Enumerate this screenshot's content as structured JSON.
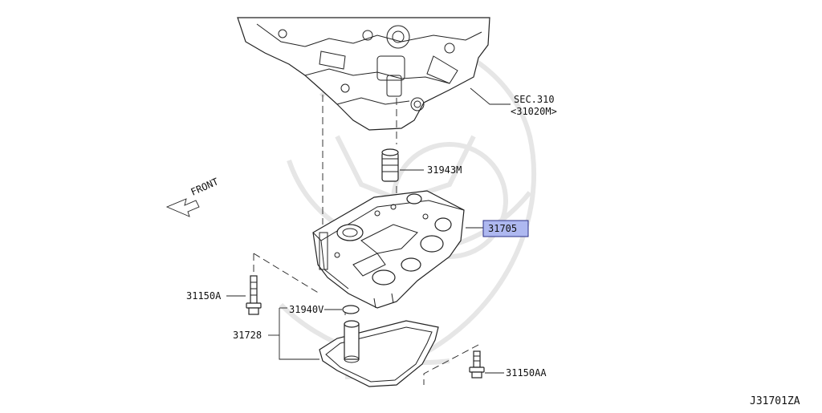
{
  "diagram_id": "J31701ZA",
  "direction_label": "FRONT",
  "callouts": {
    "sec": {
      "line1": "SEC.310",
      "line2": "<31020M>"
    },
    "p31943m": "31943M",
    "p31705": "31705",
    "p31150a": "31150A",
    "p31940v": "31940V",
    "p31728": "31728",
    "p31150aa": "31150AA"
  },
  "colors": {
    "highlight_fill": "#aeb8f0",
    "highlight_border": "#2a2f86",
    "line": "#222222",
    "watermark": "#e6e6e6"
  }
}
